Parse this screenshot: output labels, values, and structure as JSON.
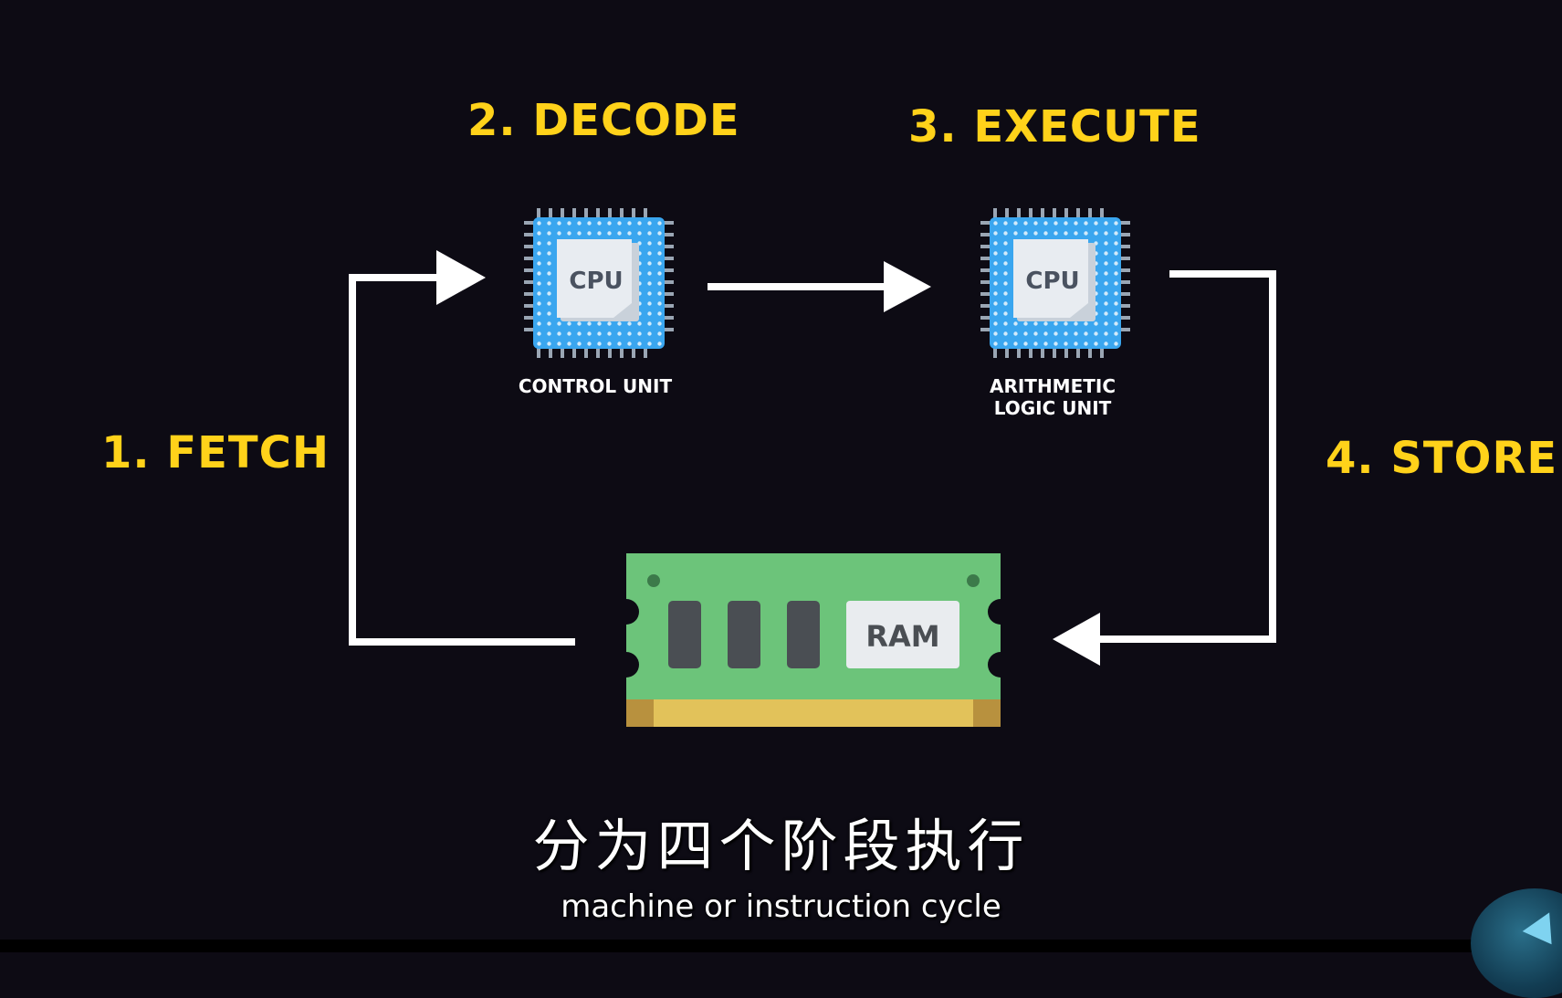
{
  "steps": {
    "fetch": "1. FETCH",
    "decode": "2. DECODE",
    "execute": "3. EXECUTE",
    "store": "4. STORE"
  },
  "units": {
    "control_unit": {
      "chip_label": "CPU",
      "caption": "CONTROL UNIT"
    },
    "alu": {
      "chip_label": "CPU",
      "caption": "ARITHMETIC\nLOGIC UNIT"
    }
  },
  "memory": {
    "label": "RAM"
  },
  "subtitles": {
    "chinese": "分为四个阶段执行",
    "english": "machine or instruction cycle"
  },
  "colors": {
    "background": "#0d0b14",
    "step_label": "#ffd21a",
    "arrow": "#ffffff",
    "chip_blue": "#3aa6ef",
    "chip_pin": "#9aa6b4",
    "chip_core": "#e8ecf1",
    "ram_board": "#6cc47a",
    "ram_chip": "#4a4e53",
    "ram_contacts": "#e2c25a"
  },
  "icons": {
    "control_unit_chip": "cpu-chip-icon",
    "alu_chip": "cpu-chip-icon",
    "memory_module": "ram-module-icon",
    "logo": "logo-badge-icon"
  }
}
